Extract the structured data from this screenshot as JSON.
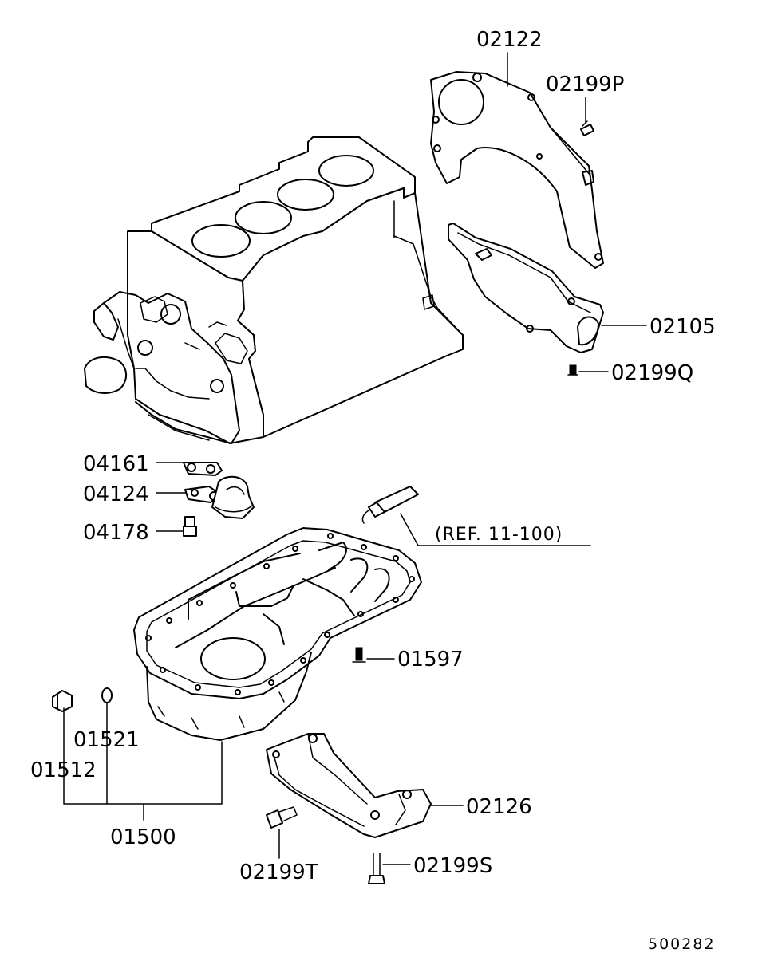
{
  "labels": {
    "p02122": "02122",
    "p02199P": "02199P",
    "p02105": "02105",
    "p02199Q": "02199Q",
    "p04161": "04161",
    "p04124": "04124",
    "p04178": "04178",
    "ref": "(REF. 11-100)",
    "p01597": "01597",
    "p01521": "01521",
    "p01512": "01512",
    "p01500": "01500",
    "p02126": "02126",
    "p02199T": "02199T",
    "p02199S": "02199S"
  },
  "doc_number": "500282"
}
